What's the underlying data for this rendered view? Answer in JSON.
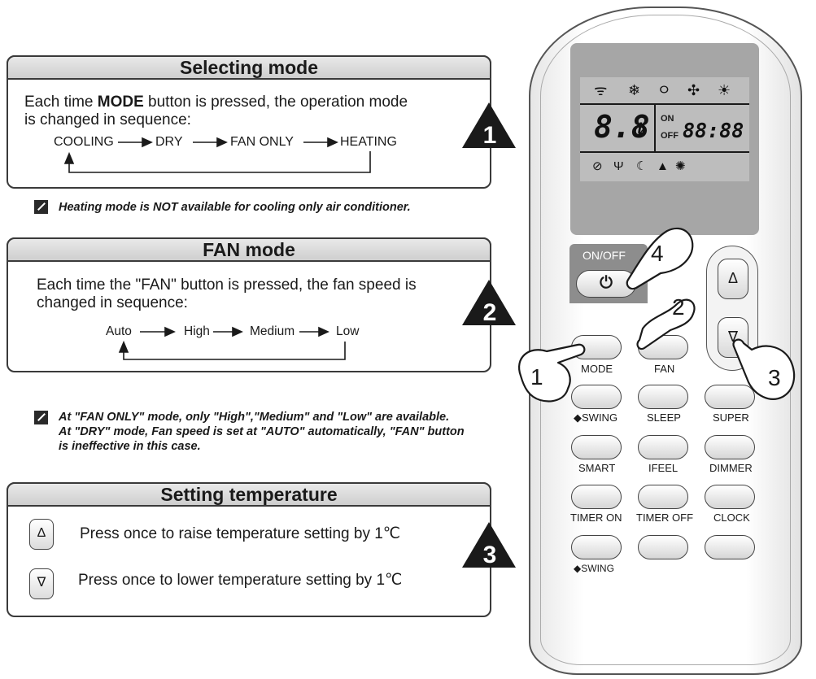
{
  "sections": {
    "mode": {
      "title": "Selecting mode",
      "line1_pre": "Each time ",
      "line1_bold": "MODE",
      "line1_post": " button is pressed, the operation mode",
      "line2": "is changed in sequence:",
      "sequence": [
        "COOLING",
        "DRY",
        "FAN ONLY",
        "HEATING"
      ],
      "badge": "1"
    },
    "mode_note": "Heating mode is NOT available for cooling only air conditioner.",
    "fan": {
      "title": "FAN  mode",
      "line1": "Each time the \"FAN\" button is pressed, the fan speed is",
      "line2": "changed in sequence:",
      "sequence": [
        "Auto",
        "High",
        "Medium",
        "Low"
      ],
      "badge": "2"
    },
    "fan_note": [
      "At \"FAN ONLY\" mode, only \"High\",\"Medium\" and \"Low\"  are available.",
      "At \"DRY\" mode, Fan speed is set at \"AUTO\" automatically, \"FAN\" button",
      "is ineffective in this case."
    ],
    "temp": {
      "title": "Setting temperature",
      "up_symbol": "Δ",
      "down_symbol": "∇",
      "raise_text": "Press once to raise temperature setting by 1℃",
      "lower_text": "Press once to lower temperature setting by 1℃",
      "badge": "3"
    }
  },
  "remote": {
    "lcd": {
      "temp_digits": "8.8",
      "temp_unit": "ȶ",
      "on_label": "ON",
      "off_label": "OFF",
      "clock_digits": "88:88"
    },
    "onoff_label": "ON/OFF",
    "power_symbol": "⏻",
    "up_symbol": "Δ",
    "down_symbol": "∇",
    "buttons": [
      {
        "label": "MODE"
      },
      {
        "label": "FAN"
      },
      {
        "label": "SWING"
      },
      {
        "label": "SLEEP"
      },
      {
        "label": "SUPER"
      },
      {
        "label": "SMART"
      },
      {
        "label": "IFEEL"
      },
      {
        "label": "DIMMER"
      },
      {
        "label": "TIMER ON"
      },
      {
        "label": "TIMER OFF"
      },
      {
        "label": "CLOCK"
      },
      {
        "label": "SWING"
      }
    ],
    "callouts": [
      "1",
      "2",
      "3",
      "4"
    ]
  }
}
